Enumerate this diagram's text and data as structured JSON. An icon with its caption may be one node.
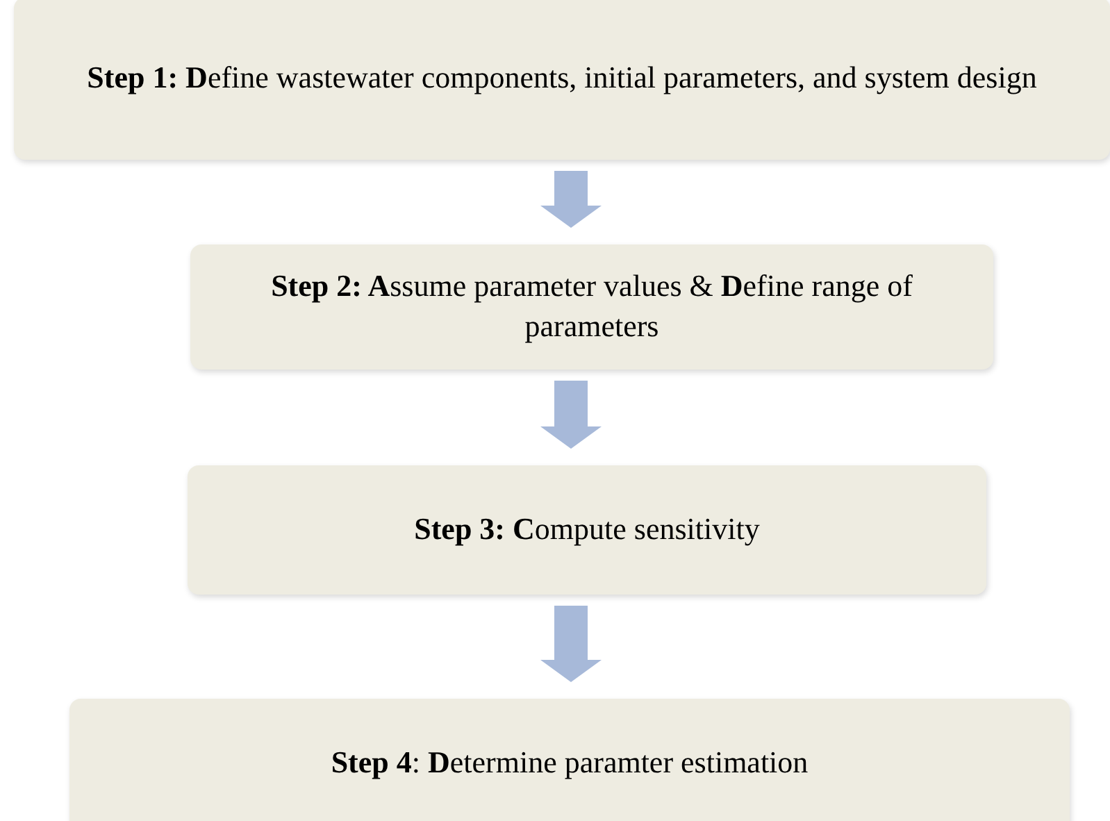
{
  "diagram": {
    "nodes": [
      {
        "text": [
          "**Step 1: D**efine wastewater components, initial parameters, and system design"
        ]
      },
      {
        "text": [
          "**Step 2: A**ssume parameter values & **D**efine range of parameters"
        ]
      },
      {
        "text": [
          "**Step 3: C**ompute sensitivity"
        ]
      },
      {
        "text": [
          "**Step 4**: **D**etermine paramter estimation"
        ]
      }
    ],
    "edges": [
      {
        "from": 0,
        "to": 1,
        "arrow": "to"
      },
      {
        "from": 1,
        "to": 2,
        "arrow": "to"
      },
      {
        "from": 2,
        "to": 3,
        "arrow": "to"
      }
    ]
  }
}
